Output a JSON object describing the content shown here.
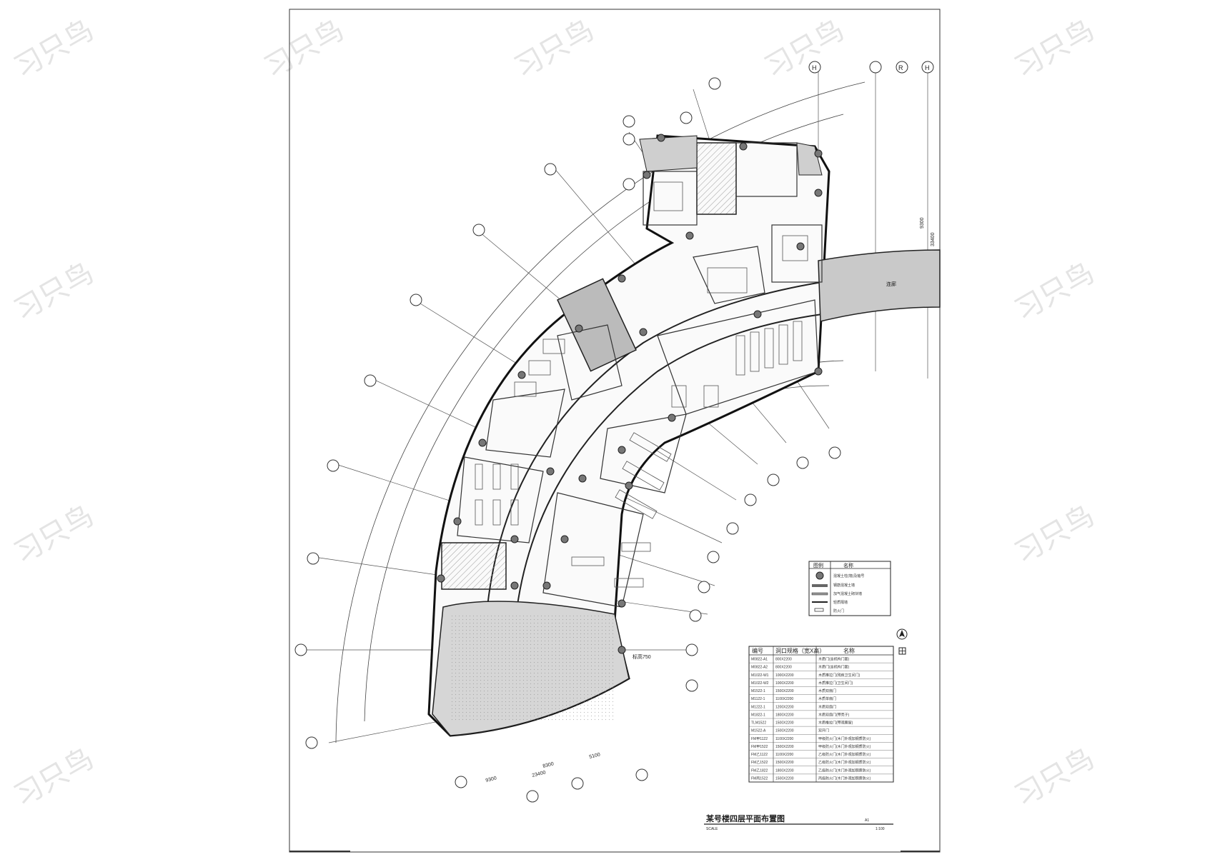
{
  "watermark": {
    "text": "习只鸟"
  },
  "drawing": {
    "title": "某号楼四层平面布置图",
    "scale_label": "SCALE",
    "scale_value": "1:100",
    "sheet_code": "A1",
    "right_axes": [
      "H",
      "R",
      "H"
    ],
    "bridge_label": "连廊",
    "dimensions": {
      "total_bottom": "23400",
      "seg_a": "9300",
      "seg_b": "8300",
      "seg_c": "5100",
      "bridge_top": "33400",
      "bridge_mid": "9300",
      "height_mark": "标高750"
    }
  },
  "legend": {
    "header": [
      "图例",
      "名称"
    ],
    "rows": [
      "混凝土柱(墙)及轴号",
      "钢筋混凝土墙",
      "加气混凝土砌块墙",
      "轻质隔墙",
      "防火门"
    ]
  },
  "door_schedule": {
    "header": [
      "编号",
      "洞口规格（宽X高）",
      "名称"
    ],
    "rows": [
      [
        "M0822-A1",
        "800X2200",
        "木质门(含机构门套)"
      ],
      [
        "M0822-A2",
        "800X2200",
        "木质门(含机构门套)"
      ],
      [
        "M1022-W1",
        "1000X2200",
        "木质推拉门(残疾卫生间门)"
      ],
      [
        "M1022-W2",
        "1000X2200",
        "木质推拉门(卫生间门)"
      ],
      [
        "M1522-1",
        "1500X2200",
        "木质双扇门"
      ],
      [
        "M1122-1",
        "1100X2200",
        "木质单扇门"
      ],
      [
        "M1222-1",
        "1200X2200",
        "木质双扇门"
      ],
      [
        "M1822-1",
        "1800X2200",
        "木质双扇门(带亮子)"
      ],
      [
        "TLM1522",
        "1500X2200",
        "木质推拉门(带观察窗)"
      ],
      [
        "M1522-A",
        "1500X2200",
        "双开门"
      ],
      [
        "FM甲1122",
        "1100X2200",
        "甲级防火门(木门外观加钢质防火)"
      ],
      [
        "FM甲1522",
        "1500X2200",
        "甲级防火门(木门外观加钢质防火)"
      ],
      [
        "FM乙1122",
        "1100X2200",
        "乙级防火门(木门外观加钢质防火)"
      ],
      [
        "FM乙1522",
        "1500X2200",
        "乙级防火门(木门外观加钢质防火)"
      ],
      [
        "FM乙1822",
        "1800X2200",
        "乙级防火门(木门外观加钢质防火)"
      ],
      [
        "FM丙1522",
        "1500X2200",
        "丙级防火门(木门外观加钢质防火)"
      ]
    ]
  }
}
